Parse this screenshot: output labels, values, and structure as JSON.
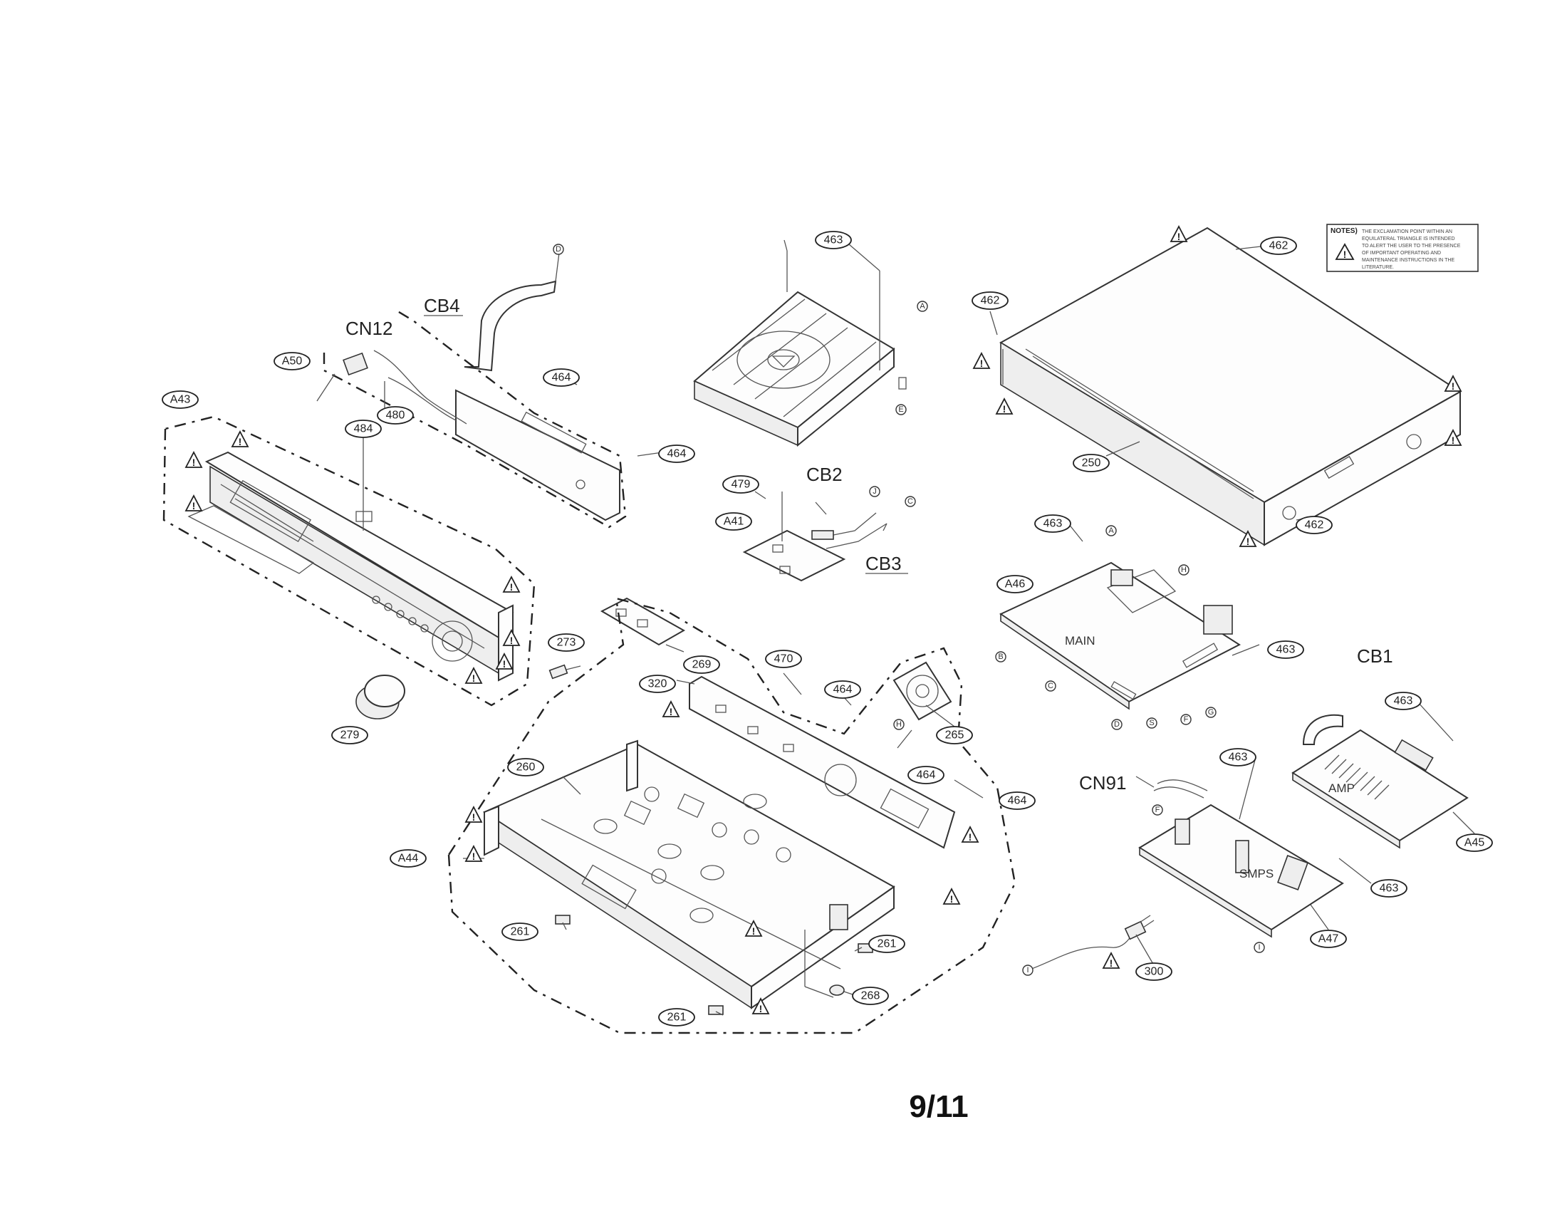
{
  "page_number": "9/11",
  "notes": {
    "heading": "NOTES)",
    "text_lines": [
      "THE EXCLAMATION POINT WITHIN AN",
      "EQUILATERAL TRIANGLE IS INTENDED",
      "TO ALERT THE USER TO THE PRESENCE",
      "OF IMPORTANT OPERATING AND",
      "MAINTENANCE INSTRUCTIONS IN THE",
      "LITERATURE."
    ]
  },
  "warning_symbol": "!",
  "callouts": [
    "462",
    "462",
    "462",
    "463",
    "463",
    "463",
    "463",
    "463",
    "463",
    "464",
    "464",
    "464",
    "464",
    "464",
    "484",
    "480",
    "479",
    "470",
    "A50",
    "A43",
    "A41",
    "A46",
    "A44",
    "A45",
    "A47",
    "250",
    "260",
    "261",
    "261",
    "261",
    "265",
    "268",
    "269",
    "273",
    "279",
    "300",
    "320"
  ],
  "connector_marks": [
    "A",
    "B",
    "C",
    "D",
    "E",
    "F",
    "G",
    "H",
    "I",
    "J",
    "S"
  ],
  "labels": {
    "cb4": "CB4",
    "cn12": "CN12",
    "cb2": "CB2",
    "cb3": "CB3",
    "cb1": "CB1",
    "cn91": "CN91",
    "main": "MAIN",
    "amp": "AMP",
    "smps": "SMPS"
  }
}
